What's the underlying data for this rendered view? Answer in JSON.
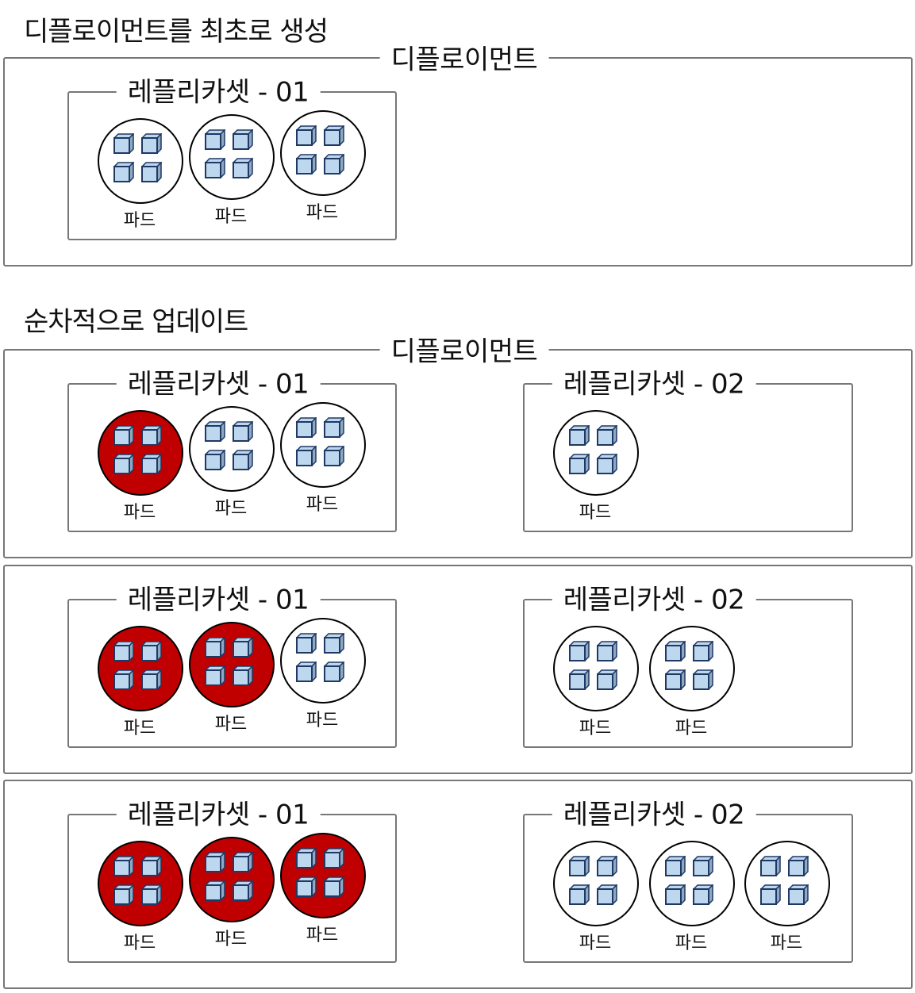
{
  "colors": {
    "updated_pod": "#c00000",
    "pod": "#ffffff",
    "cube_fill": "#bdd7ee",
    "cube_stroke": "#1f3864"
  },
  "sections": [
    {
      "title": "디플로이먼트를 최초로 생성",
      "deployments": [
        {
          "label": "디플로이먼트",
          "replicasets": [
            {
              "label": "레플리카셋 - 01",
              "pods": [
                {
                  "label": "파드",
                  "updated": false
                },
                {
                  "label": "파드",
                  "updated": false
                },
                {
                  "label": "파드",
                  "updated": false
                }
              ]
            }
          ]
        }
      ]
    },
    {
      "title": "순차적으로 업데이트",
      "deployments": [
        {
          "label": "디플로이먼트",
          "replicasets": [
            {
              "label": "레플리카셋 - 01",
              "pods": [
                {
                  "label": "파드",
                  "updated": true
                },
                {
                  "label": "파드",
                  "updated": false
                },
                {
                  "label": "파드",
                  "updated": false
                }
              ]
            },
            {
              "label": "레플리카셋 - 02",
              "pods": [
                {
                  "label": "파드",
                  "updated": false
                }
              ]
            }
          ]
        },
        {
          "replicasets": [
            {
              "label": "레플리카셋 - 01",
              "pods": [
                {
                  "label": "파드",
                  "updated": true
                },
                {
                  "label": "파드",
                  "updated": true
                },
                {
                  "label": "파드",
                  "updated": false
                }
              ]
            },
            {
              "label": "레플리카셋 - 02",
              "pods": [
                {
                  "label": "파드",
                  "updated": false
                },
                {
                  "label": "파드",
                  "updated": false
                }
              ]
            }
          ]
        },
        {
          "replicasets": [
            {
              "label": "레플리카셋 - 01",
              "pods": [
                {
                  "label": "파드",
                  "updated": true
                },
                {
                  "label": "파드",
                  "updated": true
                },
                {
                  "label": "파드",
                  "updated": true
                }
              ]
            },
            {
              "label": "레플리카셋 - 02",
              "pods": [
                {
                  "label": "파드",
                  "updated": false
                },
                {
                  "label": "파드",
                  "updated": false
                },
                {
                  "label": "파드",
                  "updated": false
                }
              ]
            }
          ]
        }
      ]
    }
  ]
}
